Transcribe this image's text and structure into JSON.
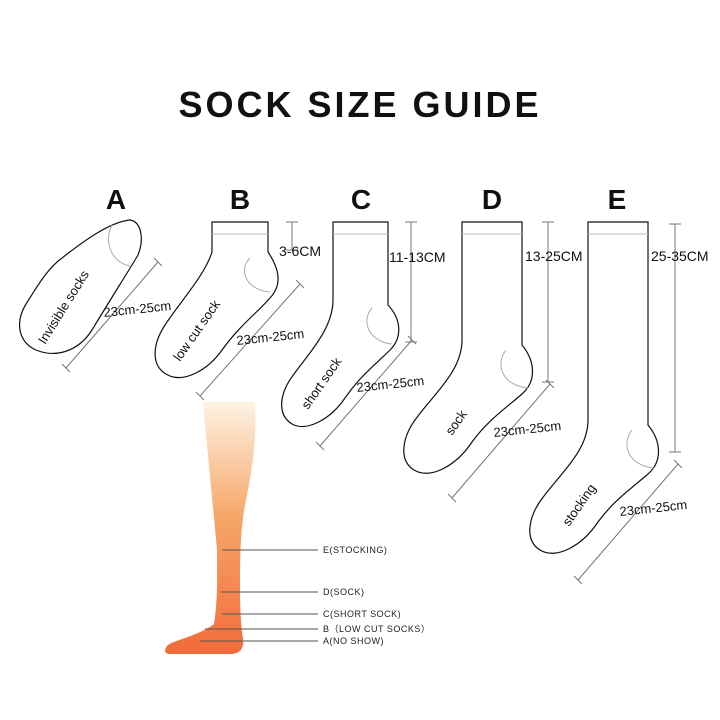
{
  "title": "SOCK SIZE GUIDE",
  "socks": [
    {
      "letter": "A",
      "name": "Invisible socks",
      "foot_size": "23cm-25cm",
      "height_range": ""
    },
    {
      "letter": "B",
      "name": "low cut sock",
      "foot_size": "23cm-25cm",
      "height_range": "3-6CM"
    },
    {
      "letter": "C",
      "name": "short sock",
      "foot_size": "23cm-25cm",
      "height_range": "11-13CM"
    },
    {
      "letter": "D",
      "name": "sock",
      "foot_size": "23cm-25cm",
      "height_range": "13-25CM"
    },
    {
      "letter": "E",
      "name": "stocking",
      "foot_size": "23cm-25cm",
      "height_range": "25-35CM"
    }
  ],
  "leg_legend": [
    "E(STOCKING)",
    "D(SOCK)",
    "C(SHORT SOCK)",
    "B（LOW CUT SOCKS）",
    "A(NO SHOW)"
  ],
  "colors": {
    "leg_top": "#fdf3e4",
    "leg_mid": "#f6a86a",
    "leg_bottom": "#f36a3a"
  }
}
